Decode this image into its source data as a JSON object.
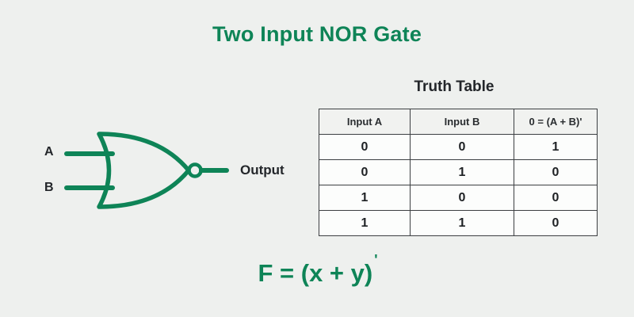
{
  "title": "Two Input NOR Gate",
  "gate": {
    "input_a_label": "A",
    "input_b_label": "B",
    "output_label": "Output"
  },
  "truth_table": {
    "title": "Truth Table",
    "headers": [
      "Input A",
      "Input B",
      "0 = (A + B)'"
    ],
    "rows": [
      [
        "0",
        "0",
        "1"
      ],
      [
        "0",
        "1",
        "0"
      ],
      [
        "1",
        "0",
        "0"
      ],
      [
        "1",
        "1",
        "0"
      ]
    ]
  },
  "formula": {
    "base": "F = (x + y)",
    "prime": "'"
  },
  "colors": {
    "accent_green": "#0e8457",
    "background": "#eef0ee",
    "text_dark": "#23262a"
  }
}
